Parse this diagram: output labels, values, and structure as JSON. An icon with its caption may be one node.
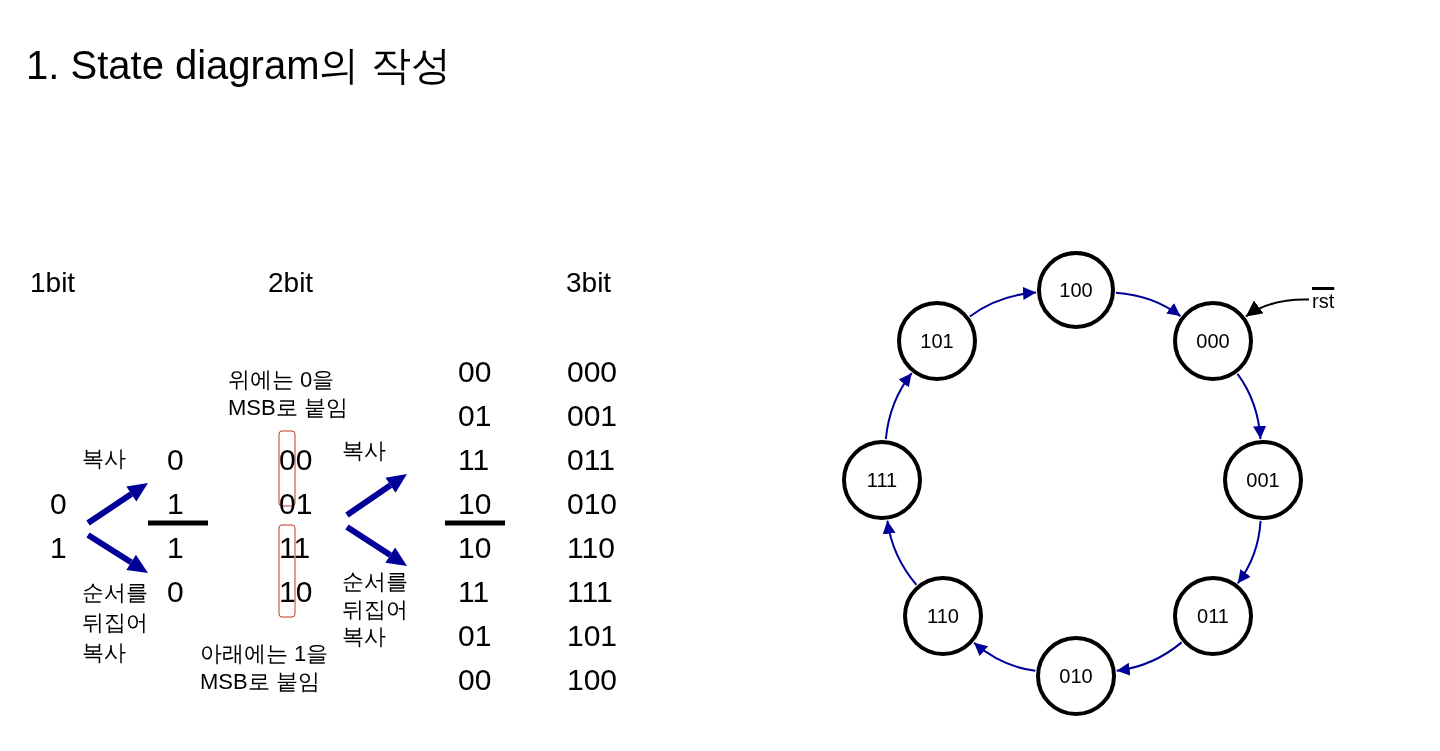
{
  "diagram": {
    "title": "1. State diagram의 작성",
    "nodes": [
      {
        "text": [
          "100"
        ]
      },
      {
        "text": [
          "101"
        ]
      },
      {
        "text": [
          "000"
        ]
      },
      {
        "text": [
          "111"
        ]
      },
      {
        "text": [
          "001"
        ]
      },
      {
        "text": [
          "110"
        ]
      },
      {
        "text": [
          "011"
        ]
      },
      {
        "text": [
          "010"
        ]
      },
      {
        "text": [
          "rst"
        ]
      }
    ],
    "edges": [
      {
        "from": 2,
        "to": 4,
        "arrow": "to"
      },
      {
        "from": 4,
        "to": 6,
        "arrow": "to"
      },
      {
        "from": 6,
        "to": 7,
        "arrow": "to"
      },
      {
        "from": 7,
        "to": 5,
        "arrow": "to"
      },
      {
        "from": 5,
        "to": 3,
        "arrow": "to"
      },
      {
        "from": 3,
        "to": 1,
        "arrow": "to"
      },
      {
        "from": 1,
        "to": 0,
        "arrow": "to"
      },
      {
        "from": 0,
        "to": 2,
        "arrow": "to"
      },
      {
        "from": 8,
        "to": 2,
        "arrow": "to",
        "color": "#000000"
      }
    ],
    "labels": [
      "1bit",
      "2bit",
      "3bit",
      "위에는 0을 MSB로 붙임",
      "복사",
      "0",
      "1",
      "1",
      "0",
      "0",
      "1",
      "순서를 뒤집어 복사",
      "00",
      "01",
      "11",
      "10",
      "복사",
      "순서를 뒤집어 복사",
      "아래에는 1을 MSB로 붙임",
      "00",
      "01",
      "11",
      "10",
      "10",
      "11",
      "01",
      "00",
      "000",
      "001",
      "011",
      "010",
      "110",
      "111",
      "101",
      "100"
    ]
  }
}
